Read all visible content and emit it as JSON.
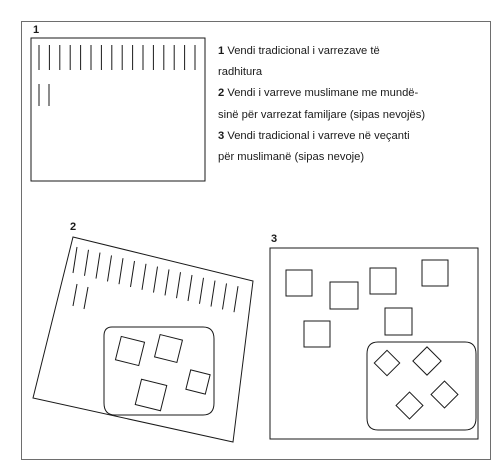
{
  "panels": {
    "p1": {
      "number": "1"
    },
    "p2": {
      "number": "2"
    },
    "p3": {
      "number": "3"
    }
  },
  "legend": {
    "item1": {
      "number": "1",
      "line1": "Vendi tradicional i varrezave të",
      "line2": "radhitura"
    },
    "item2": {
      "number": "2",
      "line1": "Vendi i varreve muslimane me mundë-",
      "line2": "sinë për varrezat familjare (sipas nevojës)"
    },
    "item3": {
      "number": "3",
      "line1": "Vendi tradicional i varreve në veçanti",
      "line2": "për muslimanë (sipas nevoje)"
    }
  },
  "colors": {
    "stroke": "#1a1a1a",
    "border": "#6e6e6e",
    "background": "#ffffff"
  }
}
